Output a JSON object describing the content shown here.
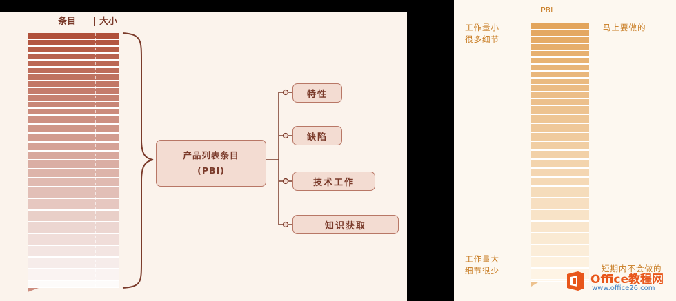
{
  "left": {
    "header_items": "条目",
    "header_size": "大小",
    "center_line1": "产品列表条目",
    "center_line2": "(PBI)",
    "branches": [
      "特性",
      "缺陷",
      "技术工作",
      "知识获取"
    ]
  },
  "right": {
    "title": "PBI",
    "top_left": "工作量小\n很多细节",
    "top_right": "马上要做的",
    "bottom_left": "工作量大\n细节很少",
    "bottom_right": "短期内不会做的"
  },
  "logo": {
    "brand": "Office教程网",
    "site": "www.office26.com"
  },
  "colors": {
    "left_dark": "#b0503a",
    "left_light": "#ffffff",
    "right_dark": "#e3a55c",
    "right_light": "#fff8ec",
    "node_border": "#b87766",
    "node_fill": "#f3dcd2",
    "logo_orange": "#e8561a",
    "logo_blue": "#3a7ec2"
  }
}
